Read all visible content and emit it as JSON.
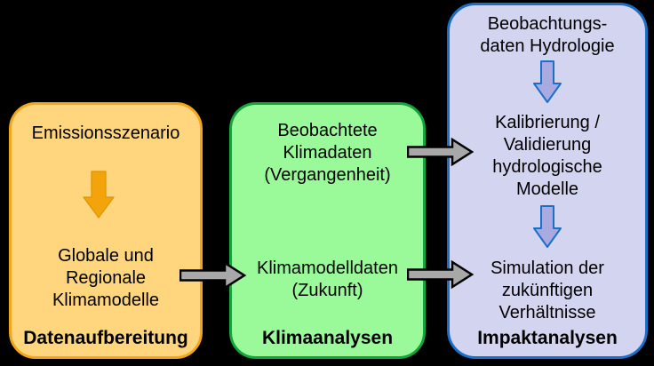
{
  "colors": {
    "background": "#000000",
    "orange_fill": "#FFD57E",
    "orange_border": "#F2A71B",
    "orange_arrow_fill": "#F2A40A",
    "green_fill": "#9AFA9A",
    "green_border": "#14A43C",
    "blue_fill": "#D3D4EF",
    "blue_border": "#1C6FC8",
    "blue_arrow_fill": "#A9ABE0",
    "gray_arrow_fill": "#A8A8A8",
    "gray_arrow_stroke": "#000000",
    "text": "#000000"
  },
  "boxes": {
    "datenaufbereitung": {
      "step1": "Emissionsszenario",
      "step2": "Globale und\nRegionale\nKlimamodelle",
      "label": "Datenaufbereitung"
    },
    "klimaanalysen": {
      "step1": "Beobachtete\nKlimadaten\n(Vergangenheit)",
      "step2": "Klimamodelldaten\n(Zukunft)",
      "label": "Klimaanalysen"
    },
    "impaktanalysen": {
      "step1": "Beobachtungs-\ndaten Hydrologie",
      "step2": "Kalibrierung /\nValidierung\nhydrologische\nModelle",
      "step3": "Simulation der\nzukünftigen\nVerhältnisse",
      "label": "Impaktanalysen"
    }
  }
}
